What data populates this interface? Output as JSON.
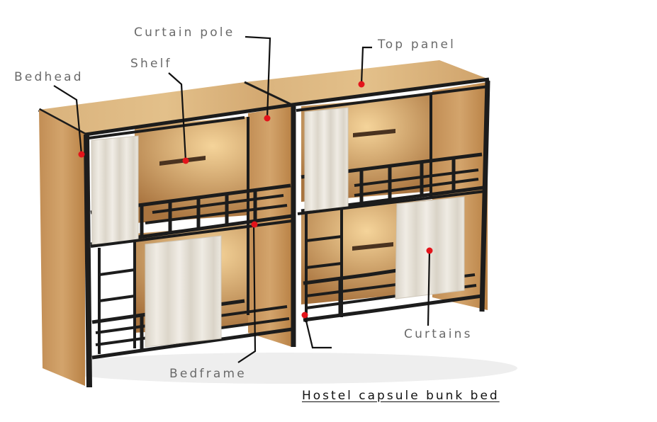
{
  "labels": {
    "bedhead": "Bedhead",
    "shelf": "Shelf",
    "curtain_pole": "Curtain pole",
    "top_panel": "Top panel",
    "curtains": "Curtains",
    "bedframe": "Bedframe"
  },
  "caption": "Hostel capsule bunk bed",
  "colors": {
    "wood": "#c8995f",
    "wood_dark": "#a87844",
    "metal": "#1c1c1c",
    "curtain": "#e6e1d8",
    "marker": "#e3141b",
    "label_text": "#6a6a6a"
  }
}
